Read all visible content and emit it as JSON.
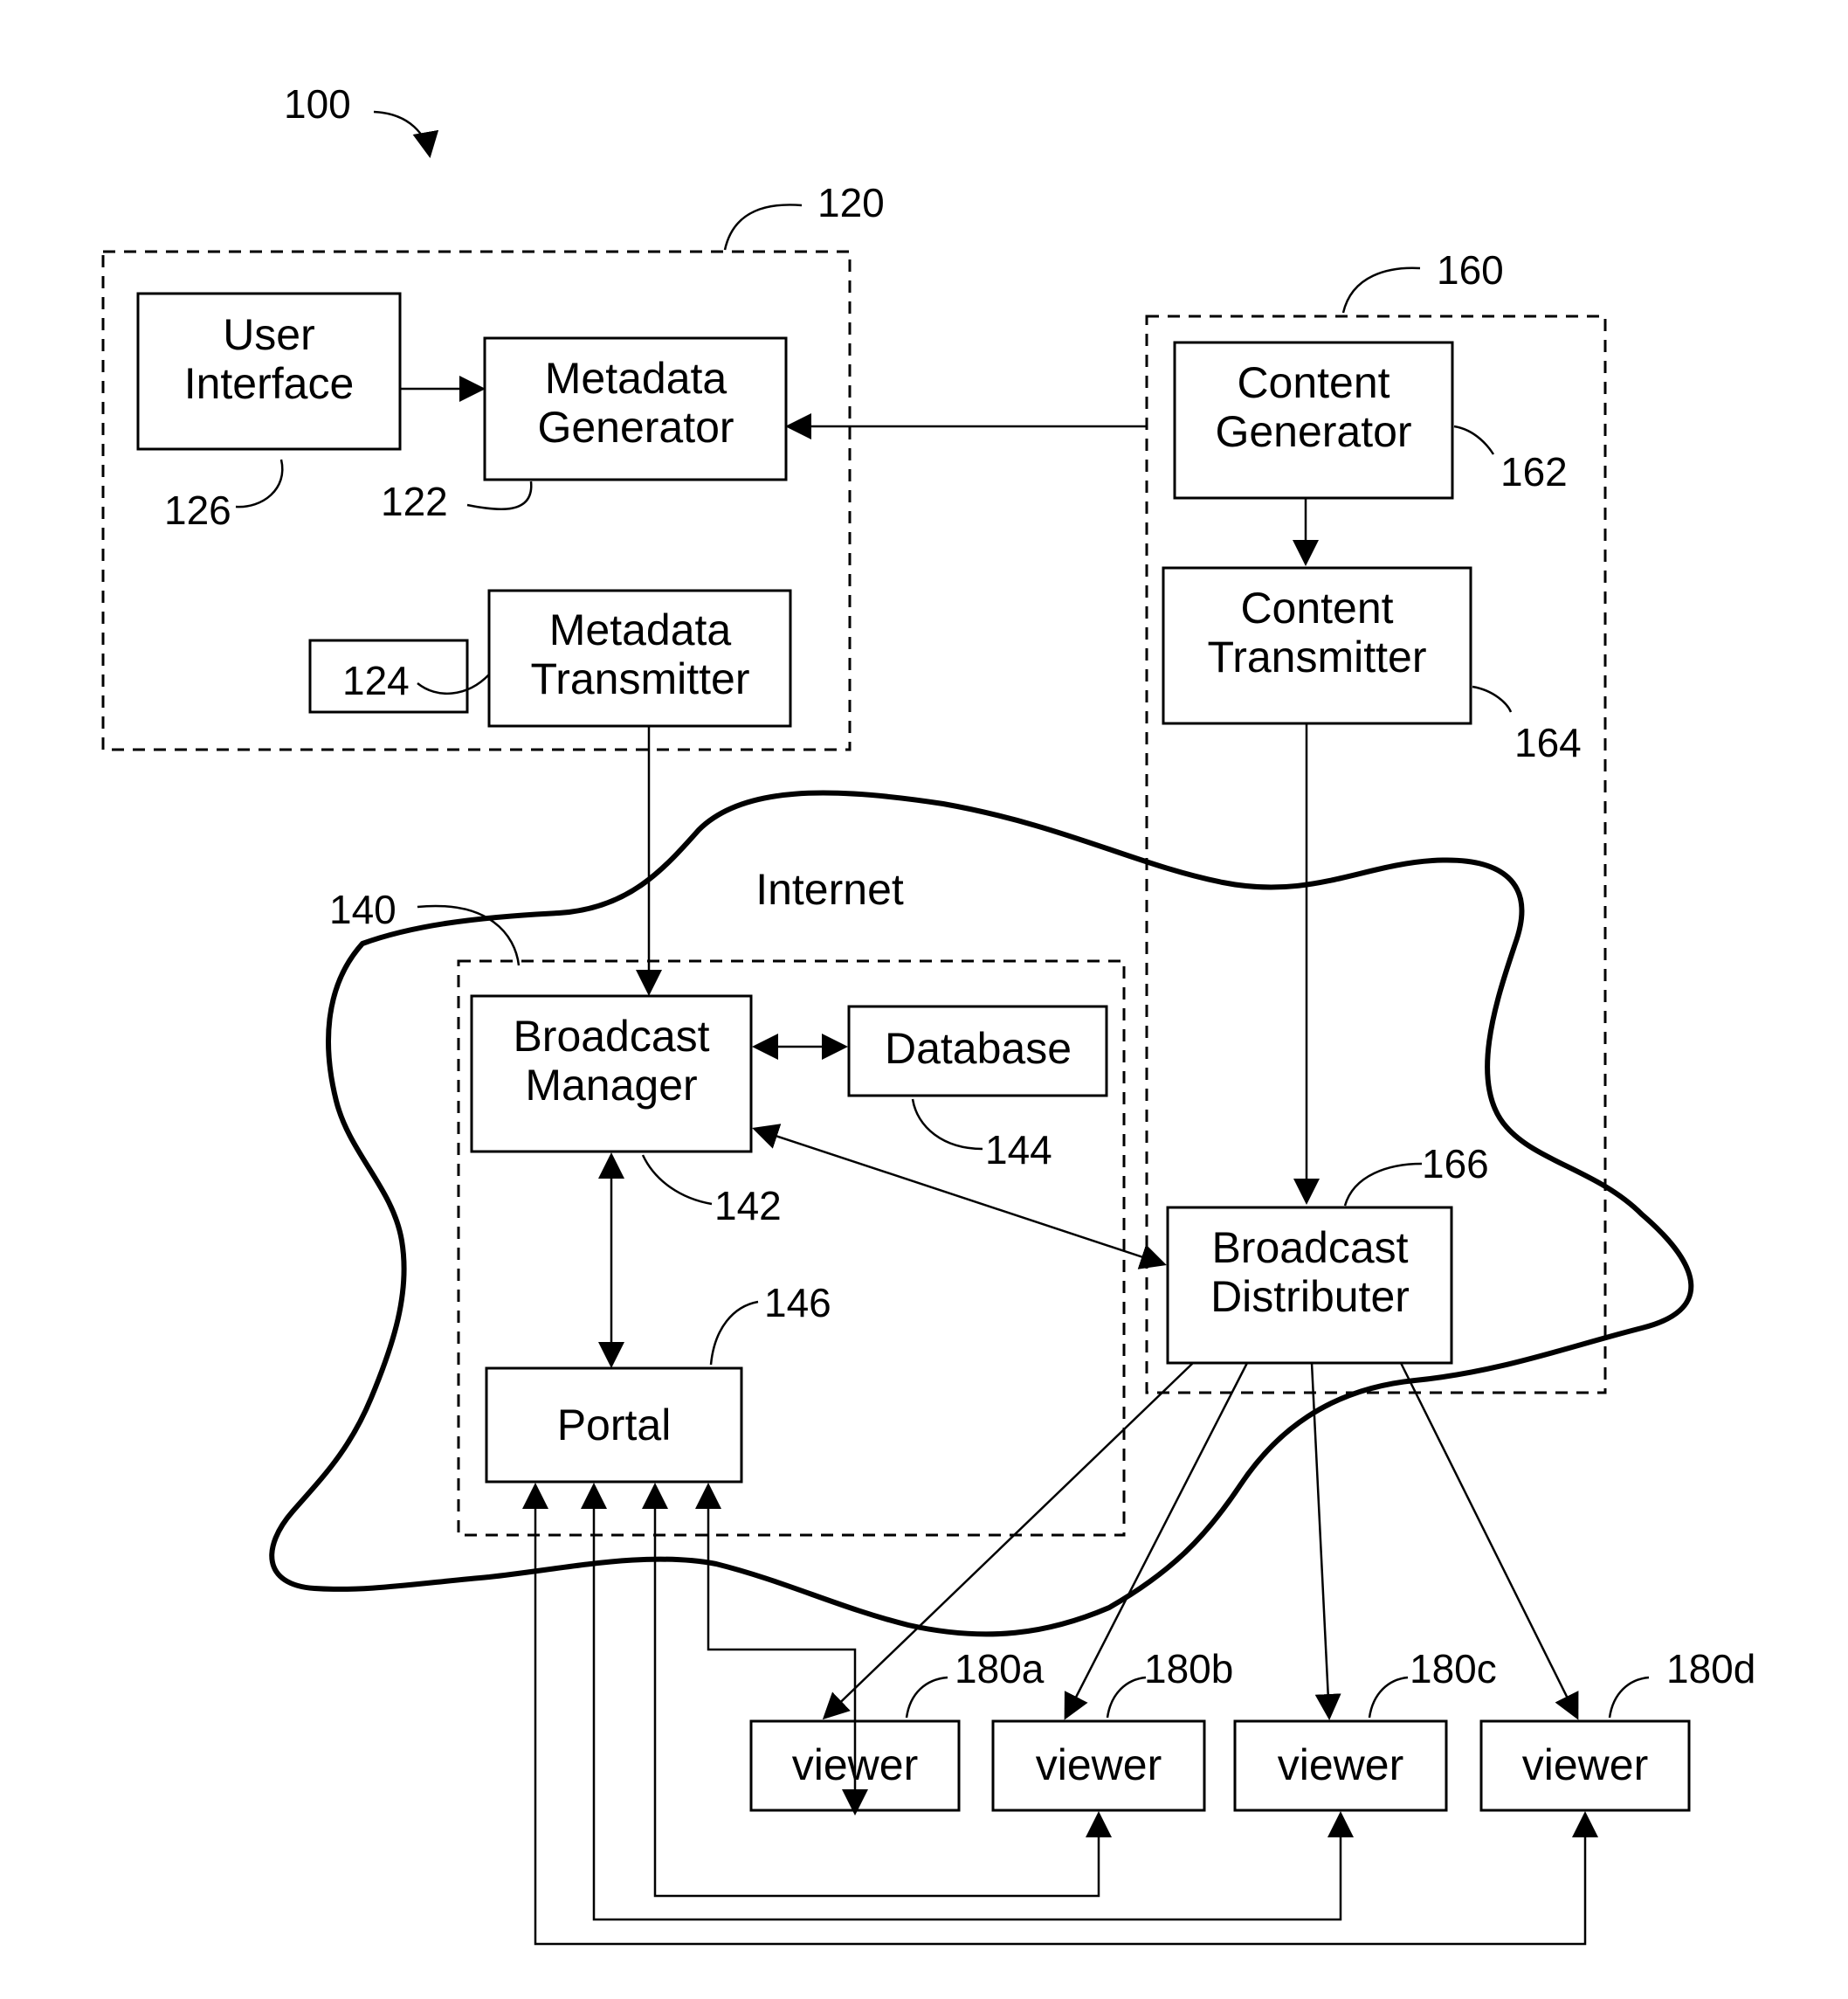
{
  "figure_ref": "100",
  "cloud_label": "Internet",
  "groups": {
    "metadata_system": {
      "ref": "120"
    },
    "internet_system": {
      "ref": "140"
    },
    "content_system": {
      "ref": "160"
    }
  },
  "blocks": {
    "user_interface": {
      "line1": "User",
      "line2": "Interface",
      "ref": "126"
    },
    "metadata_generator": {
      "line1": "Metadata",
      "line2": "Generator",
      "ref": "122"
    },
    "metadata_transmitter": {
      "line1": "Metadata",
      "line2": "Transmitter"
    },
    "small_box": {
      "ref": "124"
    },
    "content_generator": {
      "line1": "Content",
      "line2": "Generator",
      "ref": "162"
    },
    "content_transmitter": {
      "line1": "Content",
      "line2": "Transmitter",
      "ref": "164"
    },
    "broadcast_manager": {
      "line1": "Broadcast",
      "line2": "Manager",
      "ref": "142"
    },
    "database": {
      "label": "Database",
      "ref": "144"
    },
    "portal": {
      "label": "Portal",
      "ref": "146"
    },
    "broadcast_distributer": {
      "line1": "Broadcast",
      "line2": "Distributer",
      "ref": "166"
    }
  },
  "viewers": [
    {
      "label": "viewer",
      "ref": "180a"
    },
    {
      "label": "viewer",
      "ref": "180b"
    },
    {
      "label": "viewer",
      "ref": "180c"
    },
    {
      "label": "viewer",
      "ref": "180d"
    }
  ]
}
